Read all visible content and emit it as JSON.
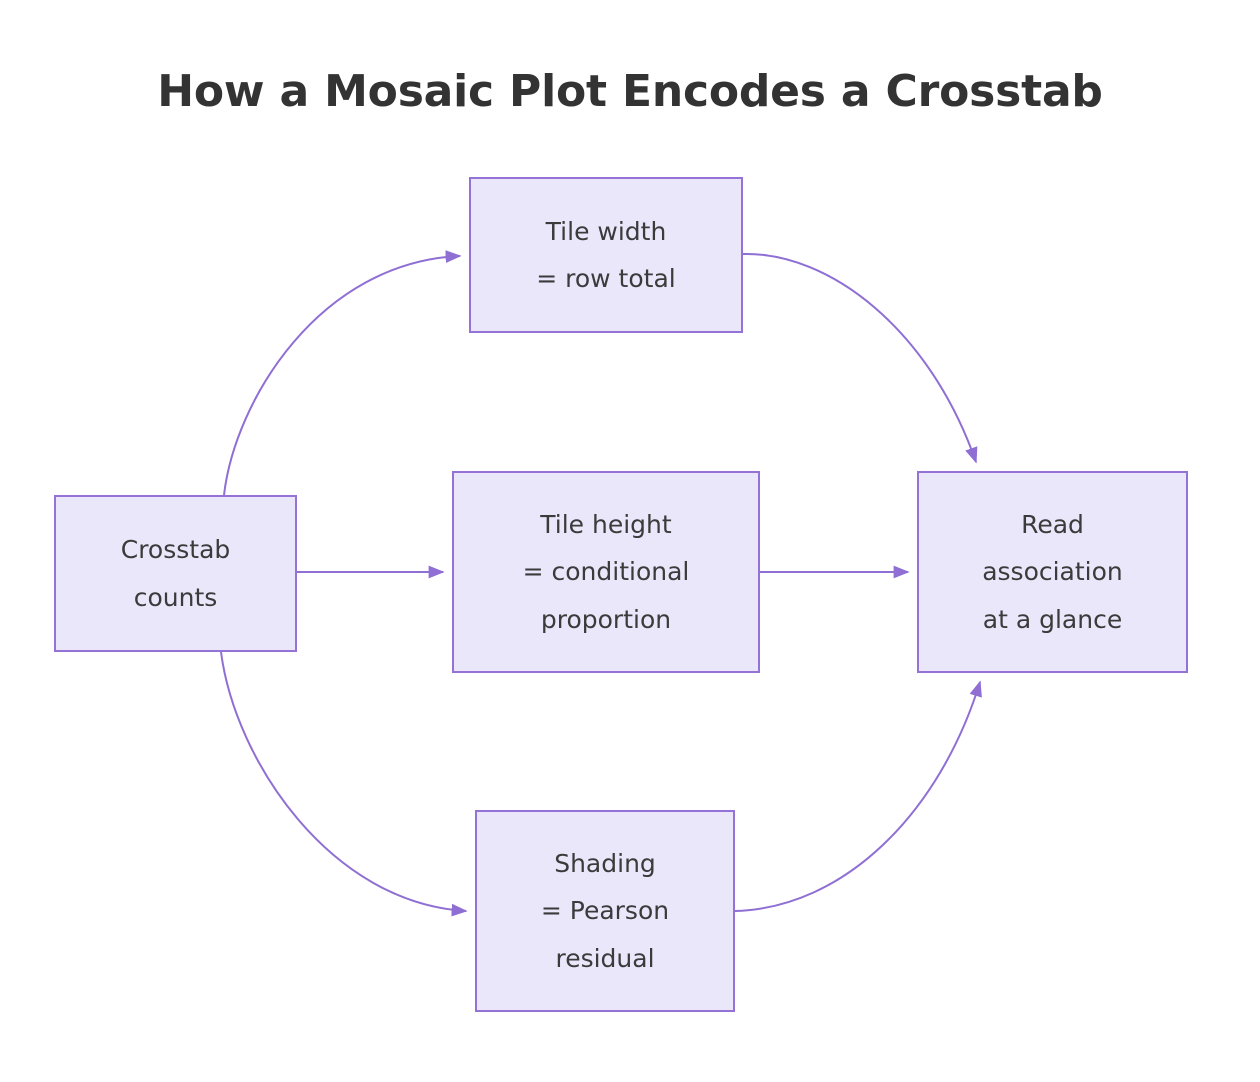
{
  "title": "How a Mosaic Plot Encodes a Crosstab",
  "colors": {
    "node_fill": "#eae7fb",
    "node_border": "#9573d6",
    "edge": "#8f6fd4",
    "title_text": "#333333",
    "node_text": "#3b3b3b",
    "background": "#ffffff"
  },
  "nodes": [
    {
      "id": "crosstab",
      "lines": [
        "Crosstab",
        "counts"
      ]
    },
    {
      "id": "tile-width",
      "lines": [
        "Tile width",
        "= row total"
      ]
    },
    {
      "id": "tile-height",
      "lines": [
        "Tile height",
        "= conditional",
        "proportion"
      ]
    },
    {
      "id": "shading",
      "lines": [
        "Shading",
        "= Pearson",
        "residual"
      ]
    },
    {
      "id": "read-association",
      "lines": [
        "Read",
        "association",
        "at a glance"
      ]
    }
  ],
  "edges": [
    {
      "id": "crosstab-to-tile-width",
      "from": "crosstab",
      "to": "tile-width",
      "label": "",
      "style": "curved"
    },
    {
      "id": "crosstab-to-tile-height",
      "from": "crosstab",
      "to": "tile-height",
      "label": "",
      "style": "straight"
    },
    {
      "id": "crosstab-to-shading",
      "from": "crosstab",
      "to": "shading",
      "label": "",
      "style": "curved"
    },
    {
      "id": "tile-width-to-read",
      "from": "tile-width",
      "to": "read-association",
      "label": "",
      "style": "curved"
    },
    {
      "id": "tile-height-to-read",
      "from": "tile-height",
      "to": "read-association",
      "label": "",
      "style": "straight"
    },
    {
      "id": "shading-to-read",
      "from": "shading",
      "to": "read-association",
      "label": "",
      "style": "curved"
    }
  ]
}
